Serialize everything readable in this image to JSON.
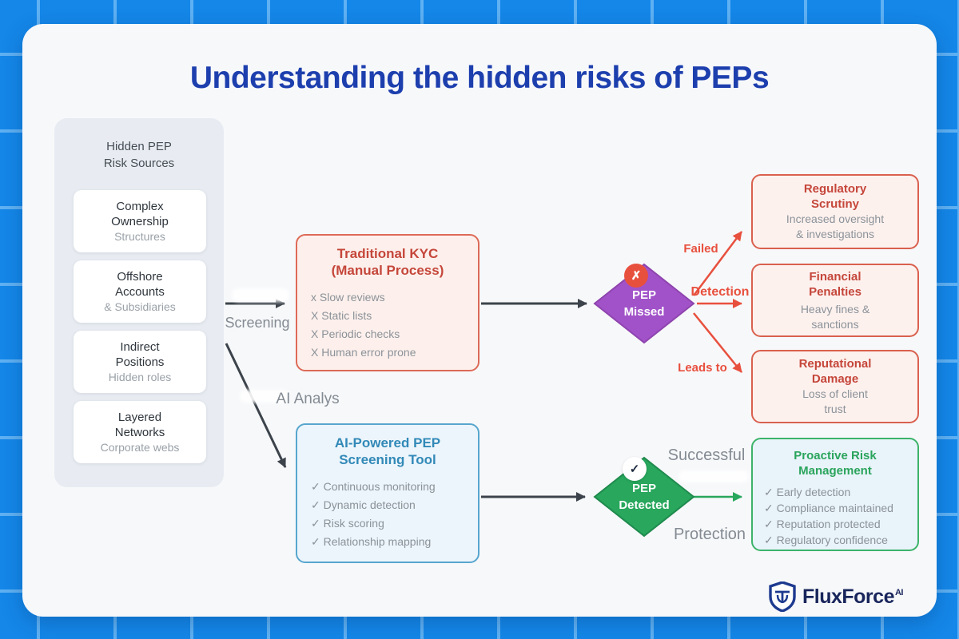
{
  "title": "Understanding the hidden risks of PEPs",
  "colors": {
    "background_blue": "#1487e9",
    "grid_line_blue": "#5fb1f3",
    "card_bg": "#f7f8fa",
    "title_blue": "#1d3fae",
    "red_accent": "#e8503e",
    "red_box_border": "#d9604e",
    "red_title": "#c5463a",
    "blue_box_border": "#57a6ce",
    "blue_title": "#3289b8",
    "purple_diamond": "#a152c9",
    "green_diamond": "#28a75d",
    "green_box_border": "#3cb36a",
    "green_title": "#2aa45c",
    "gray_text": "#8b9299",
    "arrow_dark": "#3c434b"
  },
  "sidebar": {
    "title_lines": [
      "Hidden PEP",
      "Risk Sources"
    ],
    "cards": [
      {
        "main_lines": [
          "Complex",
          "Ownership"
        ],
        "sub": "Structures"
      },
      {
        "main_lines": [
          "Offshore",
          "Accounts"
        ],
        "sub": "& Subsidiaries"
      },
      {
        "main_lines": [
          "Indirect",
          "Positions"
        ],
        "sub": "Hidden roles"
      },
      {
        "main_lines": [
          "Layered",
          "Networks"
        ],
        "sub": "Corporate webs"
      }
    ]
  },
  "kyc_box": {
    "title_lines": [
      "Traditional KYC",
      "(Manual Process)"
    ],
    "items": [
      "x Slow reviews",
      "X Static lists",
      "X Periodic checks",
      "X Human error prone"
    ]
  },
  "ai_box": {
    "title_lines": [
      "AI-Powered PEP",
      "Screening Tool"
    ],
    "items": [
      "✓ Continuous monitoring",
      "✓ Dynamic detection",
      "✓ Risk scoring",
      "✓ Relationship mapping"
    ]
  },
  "missed_diamond": {
    "lines": [
      "PEP",
      "Missed"
    ],
    "badge": "✗"
  },
  "detected_diamond": {
    "lines": [
      "PEP",
      "Detected"
    ],
    "badge": "✓"
  },
  "edge_labels": {
    "screening": "Screening",
    "ai_analysis": "AI Analys",
    "failed": "Failed",
    "detection": "Detection",
    "leads_to": "Leads to",
    "successful": "Successful",
    "protection": "Protection"
  },
  "outcomes": [
    {
      "title_lines": [
        "Regulatory",
        "Scrutiny"
      ],
      "sub_lines": [
        "Increased oversight",
        "& investigations"
      ]
    },
    {
      "title_lines": [
        "Financial",
        "Penalties"
      ],
      "sub_lines": [
        "Heavy fines &",
        "sanctions"
      ]
    },
    {
      "title_lines": [
        "Reputational",
        "Damage"
      ],
      "sub_lines": [
        "Loss of client",
        "trust"
      ]
    }
  ],
  "benefit_box": {
    "title_lines": [
      "Proactive Risk",
      "Management"
    ],
    "items": [
      "✓ Early detection",
      "✓ Compliance maintained",
      "✓ Reputation protected",
      "✓ Regulatory confidence"
    ]
  },
  "logo": {
    "name": "FluxForce",
    "sup": "AI"
  }
}
